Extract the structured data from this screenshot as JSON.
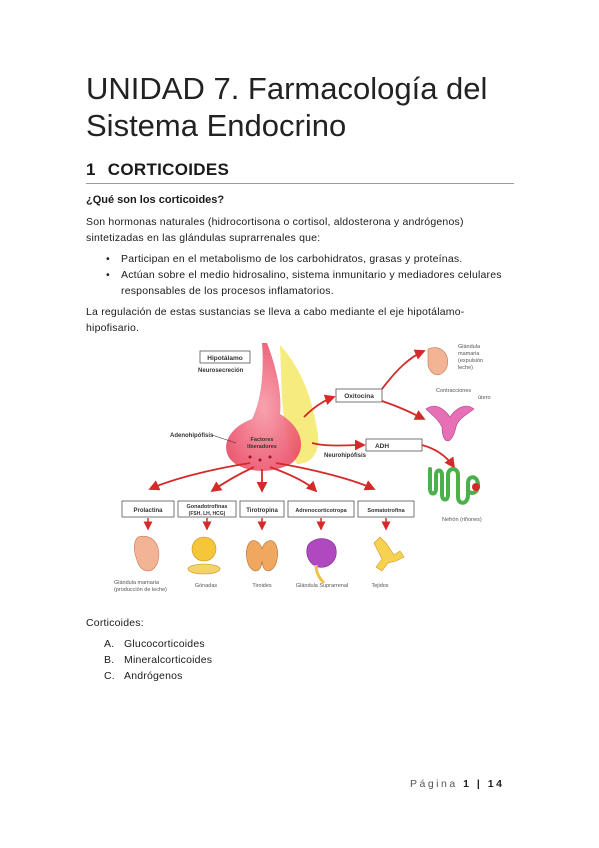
{
  "document": {
    "title": "UNIDAD 7. Farmacología del Sistema Endocrino",
    "section": {
      "number": "1",
      "title": "CORTICOIDES"
    },
    "question": "¿Qué son los corticoides?",
    "intro": "Son hormonas naturales (hidrocortisona o cortisol, aldosterona y andrógenos) sintetizadas en las glándulas suprarrenales que:",
    "bullets": [
      "Participan en el metabolismo de los carbohidratos, grasas y proteínas.",
      "Actúan sobre el medio hidrosalino, sistema inmunitario y mediadores celulares responsables de los procesos inflamatorios."
    ],
    "regulation": "La regulación de estas sustancias se lleva a cabo mediante el eje hipotálamo-hipofisario.",
    "corticoids_label": "Corticoides:",
    "corticoids": [
      {
        "letter": "A.",
        "name": "Glucocorticoides"
      },
      {
        "letter": "B.",
        "name": "Mineralcorticoides"
      },
      {
        "letter": "C.",
        "name": "Andrógenos"
      }
    ]
  },
  "diagram": {
    "hipotalamo": "Hipotálamo",
    "neurosecrecion": "Neurosecreción",
    "adenohipofisis": "Adenohipófisis",
    "factores_1": "Factores",
    "factores_2": "liberadores",
    "neurohipofisis": "Neurohipófisis",
    "oxitocina": "Oxitocina",
    "adh": "ADH",
    "glandula_mamaria_top_1": "Glándula",
    "glandula_mamaria_top_2": "mamaria",
    "glandula_mamaria_top_3": "(expulsión",
    "glandula_mamaria_top_4": "leche)",
    "contracciones_1": "Contracciones",
    "contracciones_2": "útero",
    "nefron": "Nefrón (riñones)",
    "hormones": [
      "Prolactina",
      "Gonadotrofinas",
      "Tirotropina",
      "Adrenocorticotropa",
      "Somatotrofina"
    ],
    "gonado_sub": "(FSH, LH, HCG)",
    "targets": {
      "mamaria_1": "Glándula mamaria",
      "mamaria_2": "(producción de leche)",
      "gonadas": "Gónadas",
      "tiroides": "Tiroides",
      "suprarrenal": "Glándula Suprarrenal",
      "tejidos": "Tejidos"
    }
  },
  "footer": {
    "label": "Página",
    "page": "1",
    "total": "14"
  },
  "colors": {
    "arrow": "#d42a2a",
    "pituitary": "#f06a7e",
    "posterior": "#f2e66a",
    "box_border": "#555555"
  }
}
